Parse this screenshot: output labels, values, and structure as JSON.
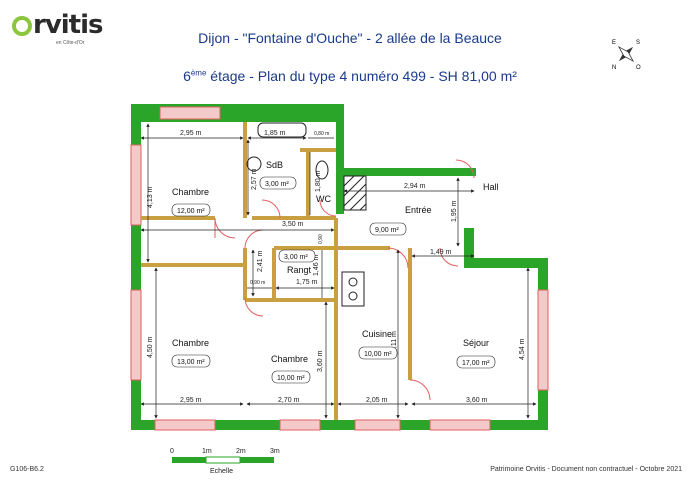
{
  "logo": {
    "text": "rvitis",
    "sub": "en Côte-d'Or"
  },
  "header": {
    "line1": "Dijon - \"Fontaine d'Ouche\" - 2 allée de la Beauce",
    "floor": "6",
    "floor_sup": "ème",
    "line2_rest": " étage - Plan du type 4 numéro 499 - SH 81,00 m²"
  },
  "compass": {
    "e": "E",
    "s": "S",
    "n": "N",
    "o": "O"
  },
  "rooms": {
    "chambre1": {
      "name": "Chambre",
      "area": "12,00 m²"
    },
    "chambre2": {
      "name": "Chambre",
      "area": "13,00 m²"
    },
    "chambre3": {
      "name": "Chambre",
      "area": "10,00 m²"
    },
    "sdb": {
      "name": "SdB",
      "area": "3,00 m²"
    },
    "wc": {
      "name": "WC"
    },
    "entree": {
      "name": "Entrée",
      "area": "9,00 m²"
    },
    "rangt": {
      "name": "Rangt",
      "area": "3,00 m²"
    },
    "hall": {
      "name": "Hall"
    },
    "cuisine": {
      "name": "Cuisine",
      "area": "10,00 m²"
    },
    "sejour": {
      "name": "Séjour",
      "area": "17,00 m²"
    }
  },
  "dims": {
    "top_ch1": "2,95 m",
    "top_sdb": "1,85 m",
    "top_wc": "0,80 m",
    "sdb_h": "2,57 m",
    "wc_h": "1,80 m",
    "ch1_h": "4,13 m",
    "entree_w": "2,94 m",
    "hall_h": "1,95 m",
    "corr_w": "3,50 m",
    "corr_h": "0,90",
    "rangt_h1": "2,41 m",
    "rangt_h2": "1,46 m",
    "rangt_w1": "0,90 m",
    "rangt_w2": "1,75 m",
    "hall_w": "1,49 m",
    "cuisine_h": "5,11 m",
    "ch2_h": "4,50 m",
    "ch3_h": "3,60 m",
    "sejour_h": "4,54 m",
    "bot_ch2": "2,95 m",
    "bot_ch3": "2,70 m",
    "bot_cuis": "2,05 m",
    "bot_sej": "3,60 m"
  },
  "scale": {
    "t0": "0",
    "t1": "1m",
    "t2": "2m",
    "t3": "3m",
    "label": "Echelle"
  },
  "footer": {
    "left": "G106-B6.2",
    "right": "Patrimoine Orvitis - Document non contractuel - Octobre 2021"
  },
  "colors": {
    "wall": "#2aa52a",
    "header": "#1a3a8a",
    "partition": "#c8a040",
    "window": "#e06060",
    "dim": "#222222"
  }
}
